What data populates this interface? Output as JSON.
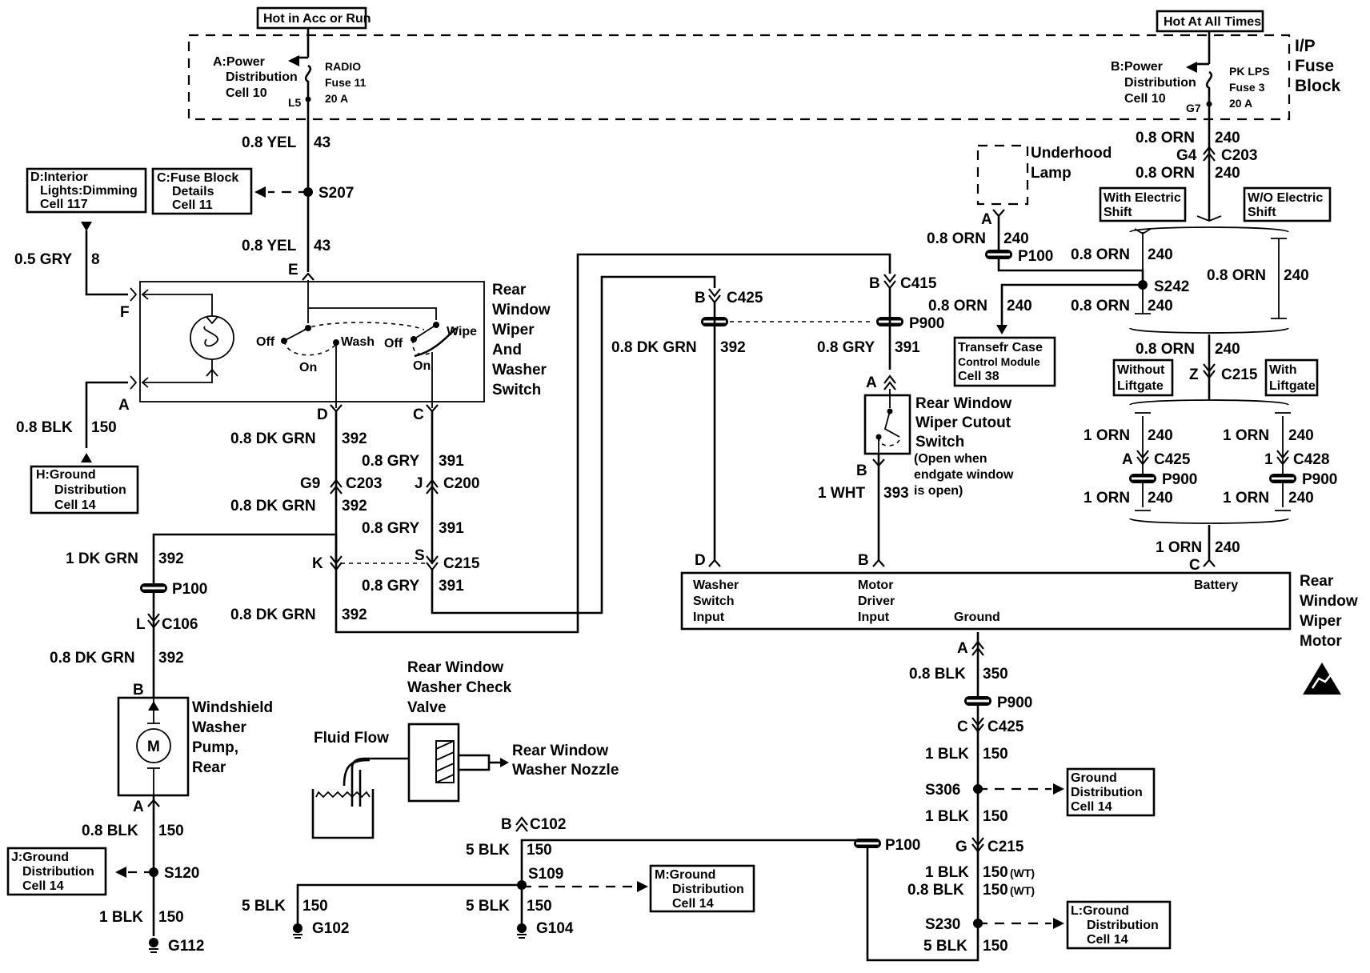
{
  "header": {
    "hot_acc_run": "Hot in Acc or Run",
    "hot_all_times": "Hot At All Times"
  },
  "fuse_block": {
    "label_line1": "I/P",
    "label_line2": "Fuse",
    "label_line3": "Block",
    "left_ref_1": "A:Power",
    "left_ref_2": "Distribution",
    "left_ref_3": "Cell 10",
    "left_fuse_1": "RADIO",
    "left_fuse_2": "Fuse 11",
    "left_fuse_3": "20 A",
    "left_pin": "L5",
    "right_ref_1": "B:Power",
    "right_ref_2": "Distribution",
    "right_ref_3": "Cell 10",
    "right_fuse_1": "PK LPS",
    "right_fuse_2": "Fuse 3",
    "right_fuse_3": "20 A",
    "right_pin": "G7"
  },
  "refs": {
    "d_1": "D:Interior",
    "d_2": "Lights:Dimming",
    "d_3": "Cell 117",
    "c_1": "C:Fuse Block",
    "c_2": "Details",
    "c_3": "Cell 11",
    "h_1": "H:Ground",
    "h_2": "Distribution",
    "h_3": "Cell 14",
    "j_1": "J:Ground",
    "j_2": "Distribution",
    "j_3": "Cell 14",
    "m_1": "M:Ground",
    "m_2": "Distribution",
    "m_3": "Cell 14",
    "g1_1": "Ground",
    "g1_2": "Distribution",
    "g1_3": "Cell 14",
    "l_1": "L:Ground",
    "l_2": "Distribution",
    "l_3": "Cell 14",
    "tcc_1": "Transefr Case",
    "tcc_2": "Control Module",
    "tcc_3": "Cell 38",
    "with_es_1": "With Electric",
    "with_es_2": "Shift",
    "wo_es_1": "W/O Electric",
    "wo_es_2": "Shift",
    "without_lg_1": "Without",
    "without_lg_2": "Liftgate",
    "with_lg_1": "With",
    "with_lg_2": "Liftgate"
  },
  "components": {
    "switch_1": "Rear",
    "switch_2": "Window",
    "switch_3": "Wiper",
    "switch_4": "And",
    "switch_5": "Washer",
    "switch_6": "Switch",
    "off1": "Off",
    "wash": "Wash",
    "off2": "Off",
    "wipe": "Wipe",
    "on1": "On",
    "on2": "On",
    "cutout_1": "Rear Window",
    "cutout_2": "Wiper Cutout",
    "cutout_3": "Switch",
    "cutout_note_1": "(Open when",
    "cutout_note_2": "endgate window",
    "cutout_note_3": "is open)",
    "underhood_1": "Underhood",
    "underhood_2": "Lamp",
    "motor_1": "Rear",
    "motor_2": "Window",
    "motor_3": "Wiper",
    "motor_4": "Motor",
    "motor_in_washer_1": "Washer",
    "motor_in_washer_2": "Switch",
    "motor_in_washer_3": "Input",
    "motor_in_driver_1": "Motor",
    "motor_in_driver_2": "Driver",
    "motor_in_driver_3": "Input",
    "motor_in_ground": "Ground",
    "motor_in_battery": "Battery",
    "pump_1": "Windshield",
    "pump_2": "Washer",
    "pump_3": "Pump,",
    "pump_4": "Rear",
    "pump_m": "M",
    "valve_1": "Rear Window",
    "valve_2": "Washer Check",
    "valve_3": "Valve",
    "fluid_flow": "Fluid Flow",
    "nozzle_1": "Rear Window",
    "nozzle_2": "Washer Nozzle"
  },
  "wires": {
    "w01": "0.8 YEL",
    "n01": "43",
    "w02": "0.8 YEL",
    "n02": "43",
    "w03": "0.5 GRY",
    "n03": "8",
    "w04": "0.8 BLK",
    "n04": "150",
    "w05": "0.8 DK GRN",
    "n05": "392",
    "w06": "0.8 GRY",
    "n06": "391",
    "w07": "0.8 DK GRN",
    "n07": "392",
    "w08": "0.8 GRY",
    "n08": "391",
    "w09": "0.8 GRY",
    "n09": "391",
    "w10": "0.8 DK GRN",
    "n10": "392",
    "w11": "1 DK GRN",
    "n11": "392",
    "w12": "0.8 DK GRN",
    "n12": "392",
    "w13": "0.8 BLK",
    "n13": "150",
    "w14": "1 BLK",
    "n14": "150",
    "w15": "5 BLK",
    "n15": "150",
    "w16": "5 BLK",
    "n16": "150",
    "w17": "5 BLK",
    "n17": "150",
    "w18": "0.8 DK GRN",
    "n18": "392",
    "w19": "0.8 GRY",
    "n19": "391",
    "w20": "1 WHT",
    "n20": "393",
    "w21": "0.8 ORN",
    "n21": "240",
    "w22": "0.8 ORN",
    "n22": "240",
    "w23": "0.8 ORN",
    "n23": "240",
    "w24": "0.8 ORN",
    "n24": "240",
    "w25": "0.8 ORN",
    "n25": "240",
    "w26": "0.8 ORN",
    "n26": "240",
    "w27": "0.8 ORN",
    "n27": "240",
    "w28": "0.8 ORN",
    "n28": "240",
    "w29": "1 ORN",
    "n29": "240",
    "w30": "1 ORN",
    "n30": "240",
    "w31": "1 ORN",
    "n31": "240",
    "w32": "1 ORN",
    "n32": "240",
    "w33": "1 ORN",
    "n33": "240",
    "w34": "0.8 BLK",
    "n34": "350",
    "w35": "1 BLK",
    "n35": "150",
    "w36": "1 BLK",
    "n36": "150",
    "w37": "1 BLK",
    "n37": "150",
    "wt37": "(WT)",
    "w38": "0.8 BLK",
    "n38": "150",
    "wt38": "(WT)",
    "w39": "5 BLK",
    "n39": "150"
  },
  "connectors": {
    "s207": "S207",
    "e": "E",
    "f": "F",
    "a_sw": "A",
    "d_sw": "D",
    "c_sw": "C",
    "g9": "G9",
    "c203_l": "C203",
    "j": "J",
    "c200": "C200",
    "k": "K",
    "s": "S",
    "c215_l": "C215",
    "p100_l": "P100",
    "l": "L",
    "c106": "C106",
    "b_pump": "B",
    "a_pump": "A",
    "s120": "S120",
    "g112": "G112",
    "b_c102": "B",
    "c102": "C102",
    "s109": "S109",
    "g102": "G102",
    "g104": "G104",
    "b_c425": "B",
    "c425_top": "C425",
    "b_c415": "B",
    "c415": "C415",
    "p900_top": "P900",
    "a_cut": "A",
    "b_cut": "B",
    "d_mot": "D",
    "b_mot": "B",
    "c_mot": "C",
    "a_mot": "A",
    "g4": "G4",
    "c203_r": "C203",
    "a_lamp": "A",
    "p100_r": "P100",
    "s242": "S242",
    "z": "Z",
    "c215_r": "C215",
    "a_c425": "A",
    "c425_mid": "C425",
    "p900_mid_l": "P900",
    "n1": "1",
    "c428": "C428",
    "p900_mid_r": "P900",
    "p900_bot": "P900",
    "c_c425": "C",
    "c425_bot": "C425",
    "s306": "S306",
    "p100_bot": "P100",
    "g_c215": "G",
    "c215_bot": "C215",
    "s230": "S230"
  }
}
